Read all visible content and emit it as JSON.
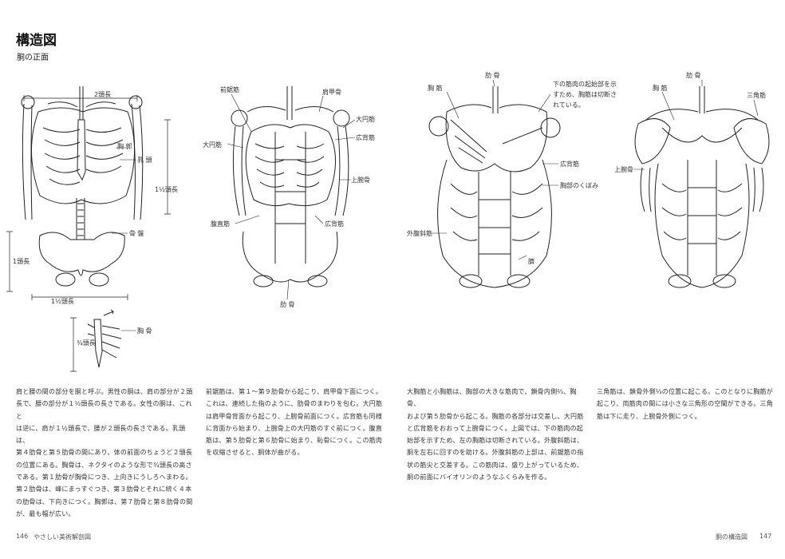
{
  "header": {
    "title": "構造図",
    "subtitle": "胴の正面"
  },
  "figure1": {
    "labels": {
      "head2": "2頭長",
      "chest": "胸 郭",
      "nipple": "乳 頭",
      "head1_5": "1½頭長",
      "pelvis": "骨 盤",
      "head1": "1頭長",
      "head1_5b": "1½頭長",
      "sternum": "胸 骨",
      "head3_4": "¾頭長"
    }
  },
  "figure2": {
    "labels": {
      "serratus": "前鋸筋",
      "scapula": "肩甲骨",
      "teres": "大円筋",
      "teres_r": "大円筋",
      "latissimus": "広背筋",
      "humerus": "上腕骨",
      "rectus": "腹直筋",
      "lat2": "広背筋",
      "rib": "肋 骨"
    }
  },
  "figure3": {
    "labels": {
      "pect": "胸 筋",
      "rib": "肋 骨",
      "note": [
        "下の筋肉の起始部を示",
        "すため、胸筋は切断さ",
        "れている。"
      ],
      "lat": "広背筋",
      "hollow": "胸部のくぼみ",
      "oblique": "外腹斜筋",
      "navel": "臍"
    }
  },
  "figure4": {
    "labels": {
      "pect": "胸 筋",
      "rib": "肋 骨",
      "deltoid": "三角筋",
      "humerus": "上腕骨"
    }
  },
  "paragraphs": [
    [
      "肩と腰の間の部分を胴と呼ぶ。男性の胴は、肩の部分が２頭",
      "長で、腰の部分が１½頭長の長さである。女性の胴は、これと",
      "は逆に、肩が１½頭長で、腰が２頭長の長さである。乳頭は、",
      "第４肋骨と第５肋骨の間にあり、体の前面のちょうど２頭長",
      "の位置にある。胸骨は、ネクタイのような形で¾頭長の高さ",
      "である。第１肋骨が胸骨につき、上向きにうしろへまわる。",
      "第２肋骨は、峰にまっすぐつき、第３肋骨とそれに続く４本",
      "の肋骨は、下向きにつく。胸郭は、第７肋骨と第８肋骨の間",
      "が、最も幅が広い。"
    ],
    [
      "前鋸筋は、第１〜第９肋骨から起こり、肩甲骨下面につく。",
      "これは、連続した指のように、肋骨のまわりを包む。大円筋",
      "は肩甲骨背面から起こり、上腕骨前面につく。広背筋も同様",
      "に背面から始まり、上腕骨上の大円筋のすぐ前につく。腹直",
      "筋は、第５肋骨と第６肋骨に始まり、恥骨につく。この筋肉",
      "を収縮させると、胴体が曲がる。"
    ],
    [
      "大胸筋と小胸筋は、胸部の大きな筋肉で、鎖骨内側⅔、胸骨、",
      "および第５肋骨から起こる。胸筋の各部分は交差し、大円筋",
      "と広背筋をおおって上腕骨につく。上図では、下の筋肉の起",
      "始部を示すため、左の胸筋は切断されている。外腹斜筋は、",
      "胴を左右に回すのを助ける。外腹斜筋の上部は、前鋸筋の指",
      "状の筋尖と交差する。この筋肉は、盛り上がっているため、",
      "胴の前面にバイオリンのようなふくらみを作る。"
    ],
    [
      "三角筋は、鎖骨外側⅓の位置に起こる。このとなりに胸筋が",
      "起こり、両筋肉の間には小さな三角形の空間ができる。三角",
      "筋は下に走り、上腕骨外側につく。"
    ]
  ],
  "footer": {
    "page_left": "146",
    "title_left": "やさしい美術解剖図",
    "title_right": "胴の構造図",
    "page_right": "147"
  }
}
